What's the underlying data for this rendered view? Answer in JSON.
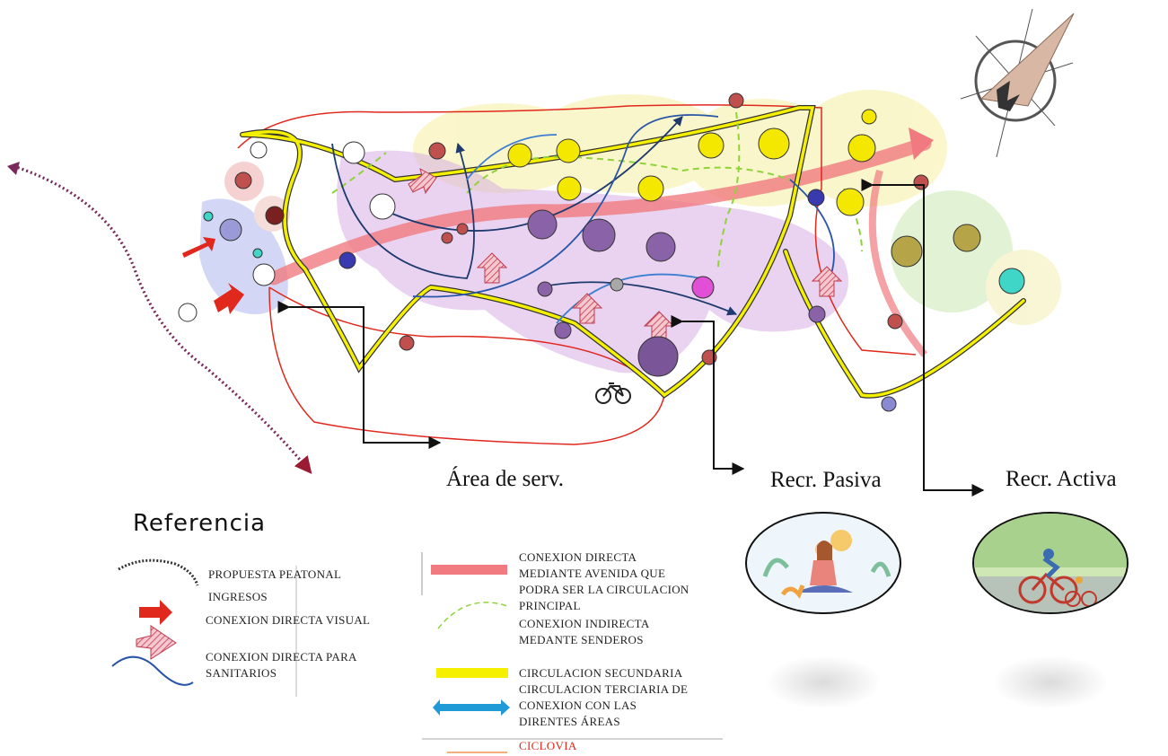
{
  "zones": {
    "service": "Área de serv.",
    "passive": "Recr. Pasiva",
    "active": "Recr. Activa"
  },
  "legend": {
    "title": "Referencia",
    "pedestrian": "PROPUESTA PEATONAL",
    "entrances": "INGRESOS",
    "visual": "CONEXION DIRECTA VISUAL",
    "sanitary_1": "CONEXION DIRECTA PARA",
    "sanitary_2": "SANITARIOS",
    "avenue_1": "CONEXION DIRECTA",
    "avenue_2": "MEDIANTE AVENIDA QUE",
    "avenue_3": "PODRA SER LA CIRCULACION",
    "avenue_4": "PRINCIPAL",
    "indirect_1": "CONEXION INDIRECTA",
    "indirect_2": "MEDANTE SENDEROS",
    "secondary": "CIRCULACION SECUNDARIA",
    "tertiary_1": "CIRCULACION TERCIARIA DE",
    "tertiary_2": "CONEXION CON LAS",
    "tertiary_3": "DIRENTES ÁREAS",
    "bike": "CICLOVIA"
  },
  "colors": {
    "avenue": "#f07a80",
    "secondary_circulation": "#f4f000",
    "indirect_path": "#8fd33a",
    "tertiary": "#1f9ad6",
    "bike_lane": "#e0281c",
    "pedestrian": "#7a2a5a",
    "service_zone": "#c8cdf2",
    "passive_zone": "#dcb8e6",
    "active_zone": "#f8f2b4",
    "sports_zone": "#d8efc4"
  },
  "icons": [
    "compass-rose-icon",
    "bicycle-icon",
    "entrance-arrow-icon",
    "visual-connection-arrow-icon",
    "meditation-illustration",
    "family-cycling-illustration"
  ]
}
